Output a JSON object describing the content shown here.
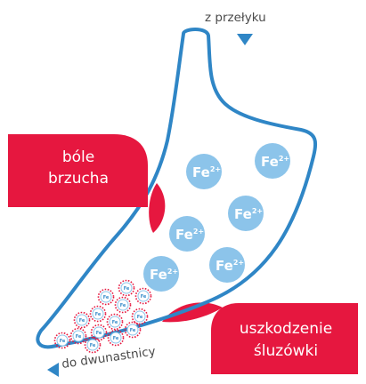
{
  "labels": {
    "esophagus": "z przełyku",
    "duodenum": "do dwunastnicy"
  },
  "callouts": {
    "pain": {
      "line1": "bóle",
      "line2": "brzucha"
    },
    "mucosa": {
      "line1": "uszkodzenie",
      "line2": "śluzówki"
    }
  },
  "ion": {
    "base": "Fe",
    "charge": "2+"
  },
  "colors": {
    "stomach_outline": "#2f86c6",
    "ion_fill": "#8cc4ea",
    "callout_fill": "#e6173f",
    "damage_fill": "#e6173f",
    "arrow": "#2f86c6",
    "text": "#4a4a4a"
  },
  "icons": {
    "esophagus_arrow": "triangle-down-icon",
    "duodenum_arrow": "triangle-left-icon"
  }
}
